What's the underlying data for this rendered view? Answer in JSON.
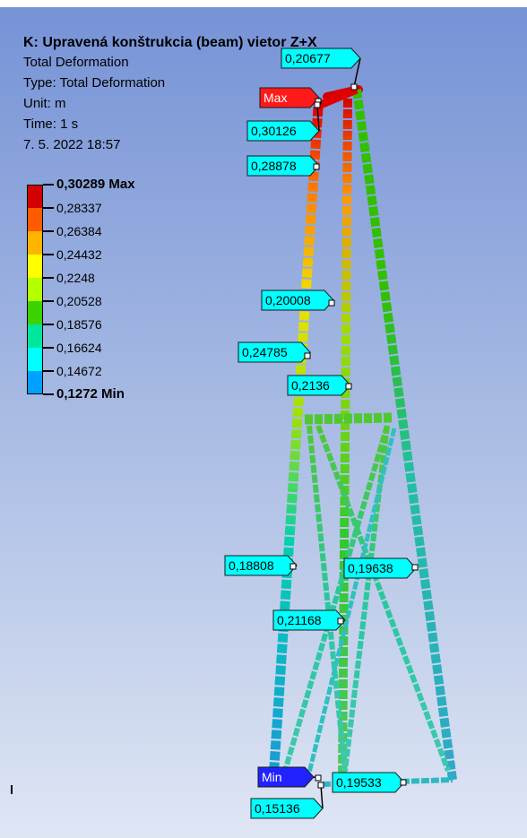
{
  "result": {
    "title": "K: Upravená konštrukcia (beam) vietor Z+X",
    "name": "Total Deformation",
    "type": "Type: Total Deformation",
    "unit": "Unit: m",
    "time": "Time: 1 s",
    "date": "7. 5. 2022 18:57"
  },
  "legend": {
    "entries": [
      {
        "label": "0,30289 Max",
        "color": "#d40000"
      },
      {
        "label": "0,28337",
        "color": "#ff5a00"
      },
      {
        "label": "0,26384",
        "color": "#ffb400"
      },
      {
        "label": "0,24432",
        "color": "#ffff00"
      },
      {
        "label": "0,2248",
        "color": "#b4ff00"
      },
      {
        "label": "0,20528",
        "color": "#3cd200"
      },
      {
        "label": "0,18576",
        "color": "#00e69a"
      },
      {
        "label": "0,16624",
        "color": "#00ffff"
      },
      {
        "label": "0,14672",
        "color": "#00a0ff"
      },
      {
        "label": "0,1272 Min",
        "color": "#0000ff"
      }
    ]
  },
  "probes": [
    {
      "label": "0,20677"
    },
    {
      "label": "Max"
    },
    {
      "label": "0,30126"
    },
    {
      "label": "0,28878"
    },
    {
      "label": "0,20008"
    },
    {
      "label": "0,24785"
    },
    {
      "label": "0,2136"
    },
    {
      "label": "0,18808"
    },
    {
      "label": "0,19638"
    },
    {
      "label": "0,21168"
    },
    {
      "label": "Min"
    },
    {
      "label": "0,19533"
    },
    {
      "label": "0,15136"
    }
  ]
}
